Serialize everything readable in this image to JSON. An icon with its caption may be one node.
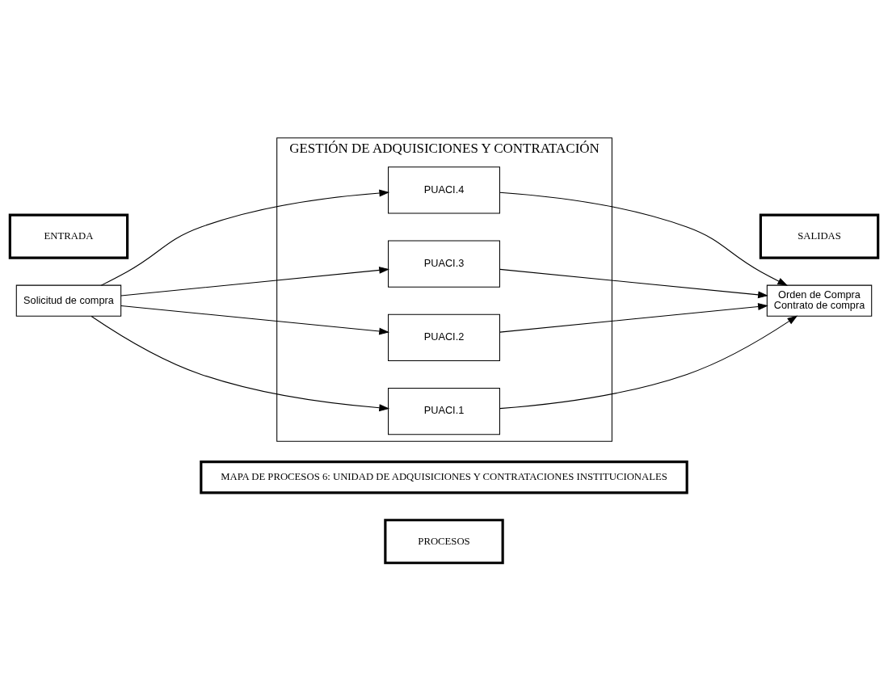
{
  "diagram": {
    "nodes": [
      {
        "text": [
          "MAPA DE PROCESOS 6: UNIDAD DE ADQUISICIONES Y CONTRATACIONES INSTITUCIONALES"
        ]
      },
      {
        "text": [
          "ENTRADA"
        ]
      },
      {
        "text": [
          "PROCESOS"
        ]
      },
      {
        "text": [
          "SALIDAS"
        ]
      },
      {
        "text": [
          "GESTIÓN DE ADQUISICIONES Y CONTRATACIÓN"
        ]
      },
      {
        "text": [
          "PUACI.1"
        ],
        "in": 4
      },
      {
        "text": [
          "PUACI.2"
        ],
        "in": 4
      },
      {
        "text": [
          "PUACI.3"
        ],
        "in": 4
      },
      {
        "text": [
          "PUACI.4"
        ],
        "in": 4
      },
      {
        "text": [
          "Solicitud de compra"
        ]
      },
      {
        "text": [
          "Orden de Compra",
          "Contrato de compra"
        ]
      }
    ],
    "edges": [
      {
        "from": 9,
        "to": 5,
        "arrow": "to"
      },
      {
        "from": 9,
        "to": 6,
        "arrow": "to"
      },
      {
        "from": 9,
        "to": 7,
        "arrow": "to"
      },
      {
        "from": 9,
        "to": 8,
        "arrow": "to"
      },
      {
        "from": 5,
        "to": 10,
        "arrow": "to"
      },
      {
        "from": 6,
        "to": 10,
        "arrow": "to"
      },
      {
        "from": 7,
        "to": 10,
        "arrow": "to"
      },
      {
        "from": 8,
        "to": 10,
        "arrow": "to"
      }
    ]
  }
}
